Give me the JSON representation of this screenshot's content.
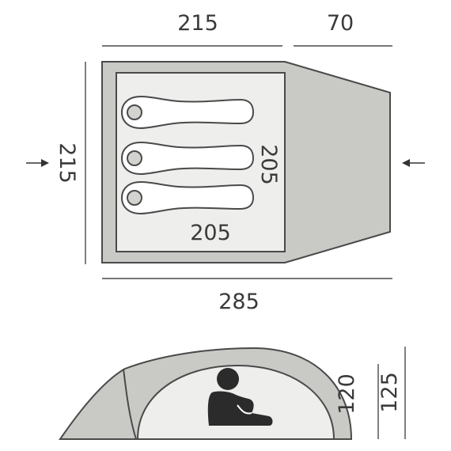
{
  "plan": {
    "top_width_inner": "215",
    "top_width_vestibule": "70",
    "left_depth": "215",
    "inner_length": "205",
    "inner_width": "205",
    "total_length": "285"
  },
  "side_view": {
    "inner_height": "120",
    "outer_height": "125"
  },
  "colors": {
    "fly_fill": "#c9cac6",
    "inner_fill": "#eeeeec",
    "stroke": "#4a4a4a",
    "text": "#3a3a3a",
    "figure": "#2b2b2b"
  },
  "icons": {
    "sleeping_bag": "sleeping-bag-icon",
    "person": "sitting-person-icon",
    "arrow_left": "arrow-right-icon",
    "arrow_right": "arrow-left-icon"
  }
}
